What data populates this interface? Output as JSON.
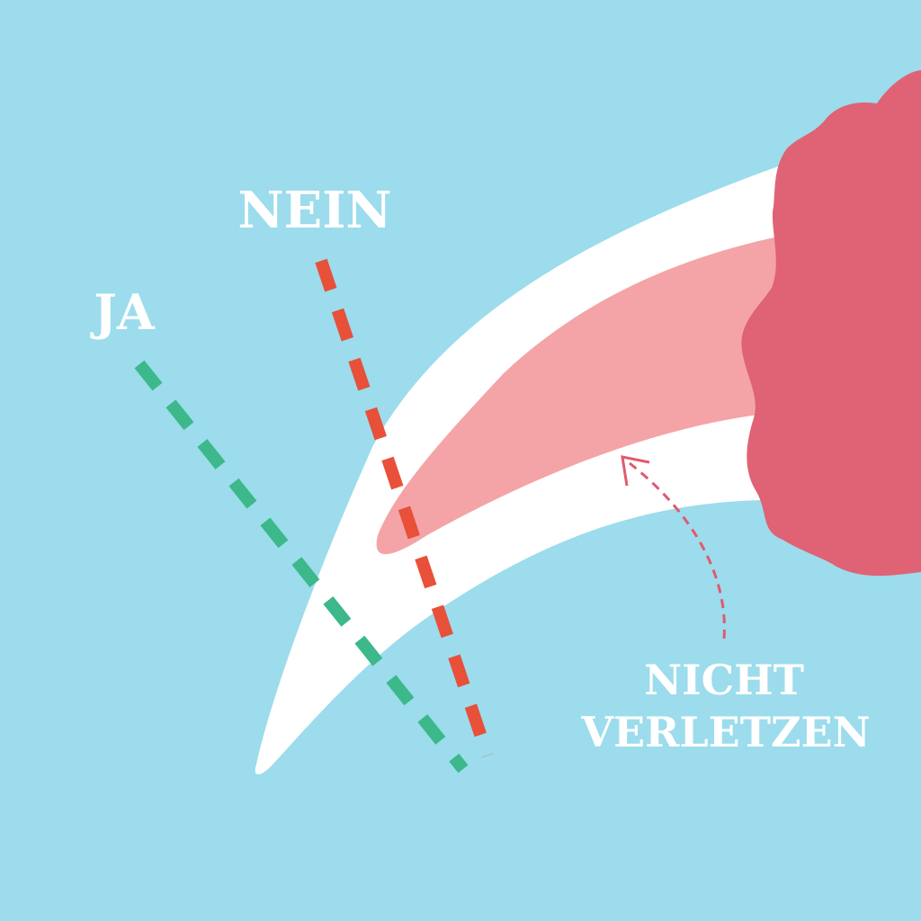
{
  "labels": {
    "no": "NEIN",
    "yes": "JA",
    "warning_line1": "NICHT",
    "warning_line2": "VERLETZEN"
  },
  "colors": {
    "background": "#9cdcec",
    "claw": "#ffffff",
    "quick": "#f4a4a6",
    "toe": "#e06275",
    "wrong_cut": "#e8503a",
    "right_cut": "#3cb88a",
    "arrow": "#e05a70"
  }
}
